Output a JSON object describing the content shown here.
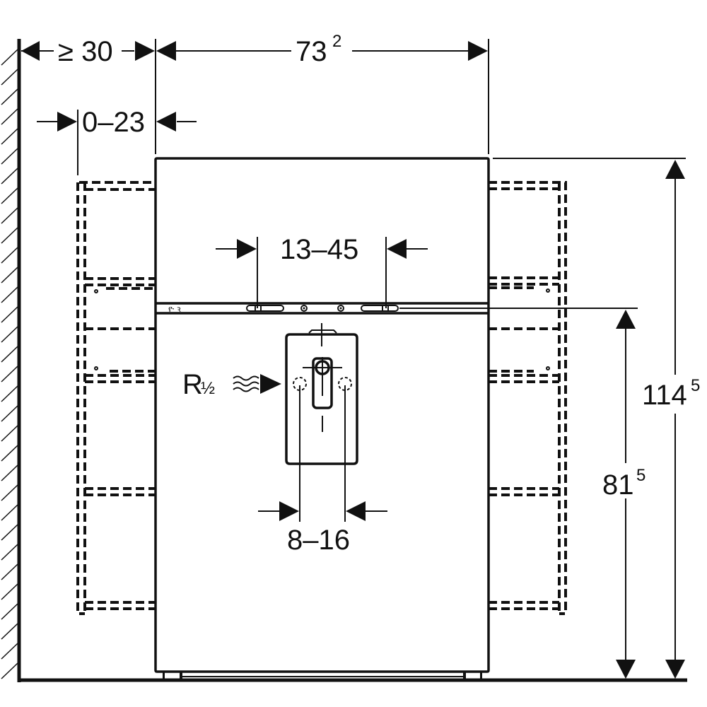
{
  "drawing": {
    "type": "technical dimension drawing",
    "subject": "washbasin cabinet with side cabinets, front view",
    "colors": {
      "ink": "#111111",
      "background": "#ffffff"
    }
  },
  "dimensions": {
    "wall_clearance": {
      "prefix": "≥ 30",
      "value": "≥ 30"
    },
    "cabinet_width": {
      "main": "73",
      "sup": "2"
    },
    "side_gap": {
      "value": "0–23"
    },
    "drawer_slot_spacing": {
      "value": "13–45"
    },
    "total_height": {
      "main": "114",
      "sup": "5"
    },
    "top_edge_height": {
      "main": "81",
      "sup": "5"
    },
    "connection_spacing": {
      "value": "8–16"
    }
  },
  "labels": {
    "water_connection": {
      "main": "R",
      "fraction": "½",
      "thread": "R½"
    }
  },
  "icons": {
    "wall": "hatched-wall",
    "floor": "floor-line",
    "arrow": "dimension-arrowhead",
    "water": "water-wave-icon"
  }
}
